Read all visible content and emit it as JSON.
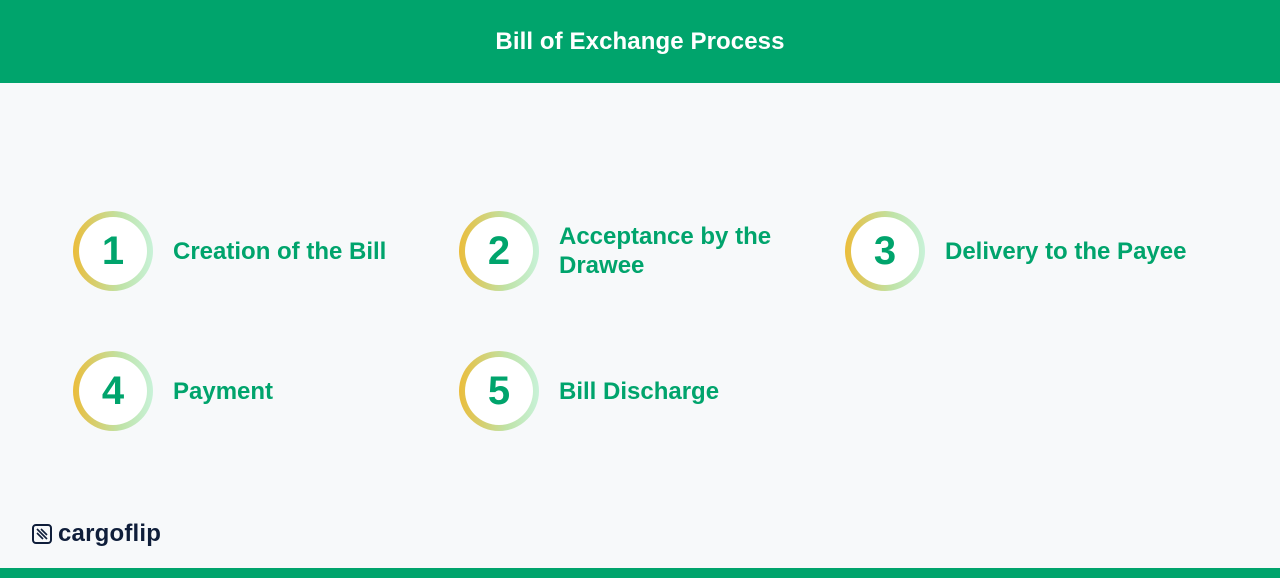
{
  "header": {
    "title": "Bill of Exchange Process"
  },
  "steps": [
    {
      "number": "1",
      "label": "Creation of the Bill"
    },
    {
      "number": "2",
      "label": "Acceptance by the Drawee"
    },
    {
      "number": "3",
      "label": "Delivery to the Payee"
    },
    {
      "number": "4",
      "label": "Payment"
    },
    {
      "number": "5",
      "label": "Bill Discharge"
    }
  ],
  "brand": {
    "name": "cargoflip",
    "icon": "cargoflip-logo-icon"
  },
  "colors": {
    "brand_green": "#00a46c",
    "ring_gold": "#ebbd3b",
    "ring_mint": "#c8f2d8",
    "logo_navy": "#0f1e3a",
    "background": "#f7f9fa"
  }
}
